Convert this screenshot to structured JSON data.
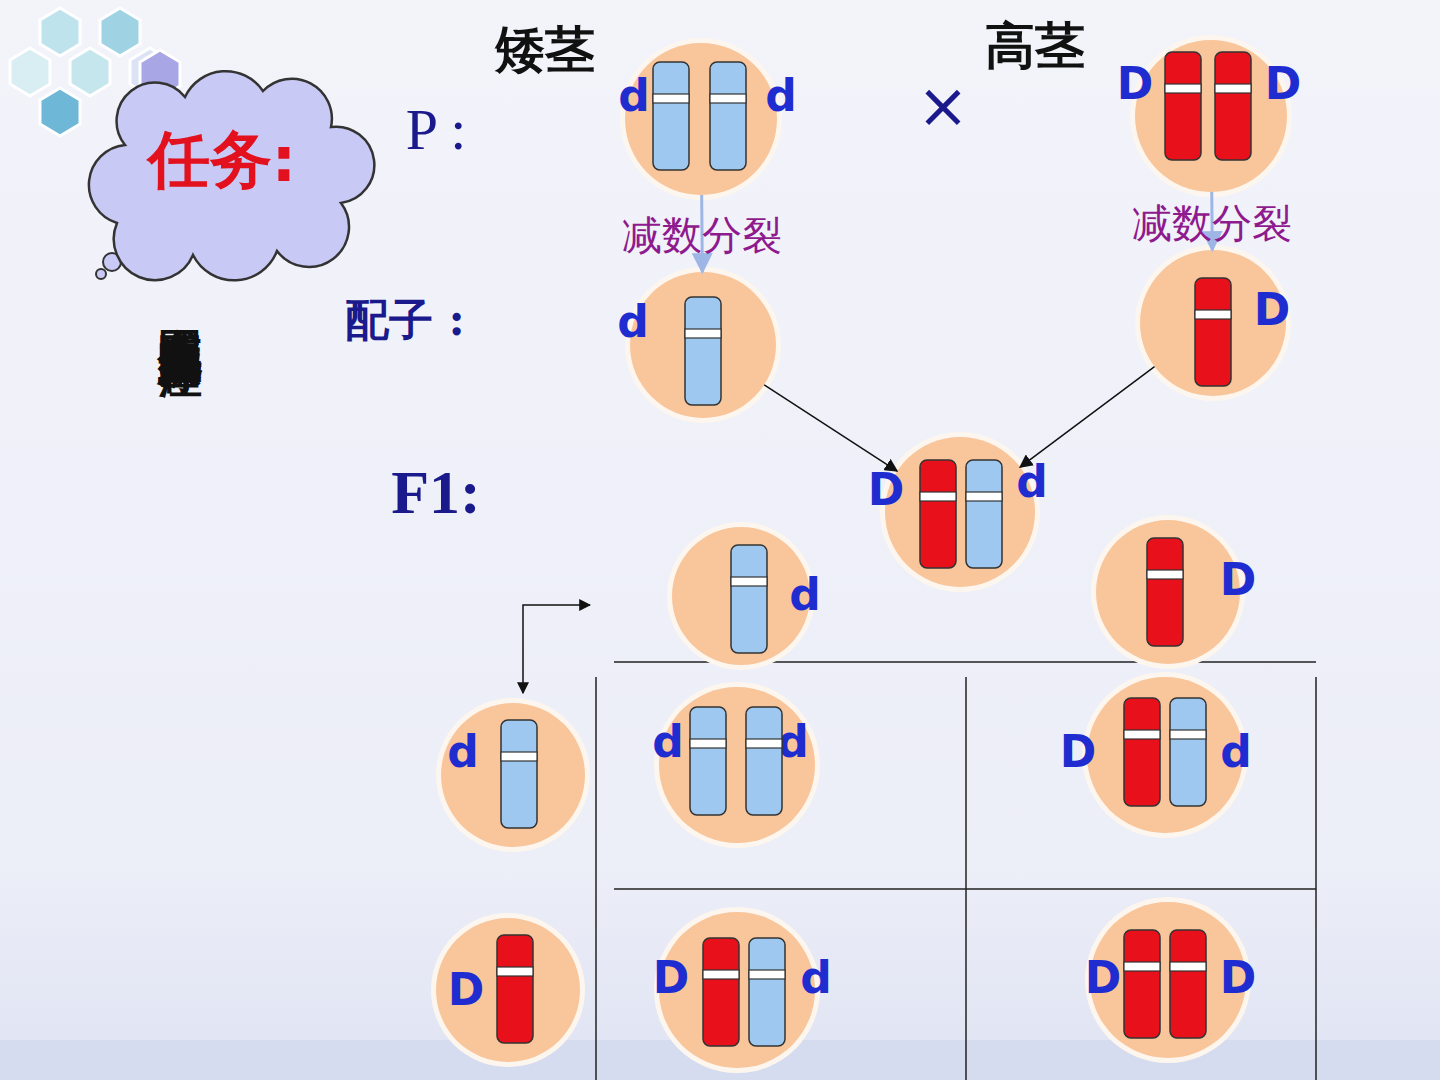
{
  "diagram": {
    "nodes": [
      {
        "text": [
          "任务:"
        ]
      },
      {
        "text": [
          "矮茎",
          "d",
          "d"
        ]
      },
      {
        "text": [
          "高茎",
          "D",
          "D"
        ]
      },
      {
        "text": [
          "d"
        ]
      },
      {
        "text": [
          "D"
        ]
      },
      {
        "text": [
          "D",
          "d"
        ]
      },
      {
        "text": [
          "d"
        ]
      },
      {
        "text": [
          "D"
        ]
      },
      {
        "text": [
          "d"
        ]
      },
      {
        "text": [
          "d",
          "d"
        ]
      },
      {
        "text": [
          "D",
          "d"
        ]
      },
      {
        "text": [
          "D"
        ]
      },
      {
        "text": [
          "D",
          "d"
        ]
      },
      {
        "text": [
          "D",
          "D"
        ]
      }
    ],
    "edges": [
      {
        "from": 1,
        "to": 3,
        "arrow": "to",
        "label": "减数分裂"
      },
      {
        "from": 2,
        "to": 4,
        "arrow": "to",
        "label": "减数分裂"
      },
      {
        "from": 3,
        "to": 5,
        "arrow": "to"
      },
      {
        "from": 4,
        "to": 5,
        "arrow": "to"
      }
    ],
    "labels": [
      "P :",
      "×",
      "配子 :",
      "F1:",
      "完成图中染色体上的基因标注"
    ]
  }
}
